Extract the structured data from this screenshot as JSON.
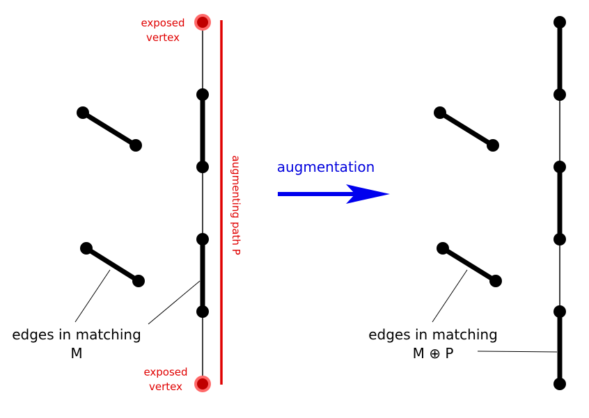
{
  "left": {
    "top_exposed_label_line1": "exposed",
    "top_exposed_label_line2": "vertex",
    "bottom_exposed_label_line1": "exposed",
    "bottom_exposed_label_line2": "vertex",
    "path_label": "augmenting path P",
    "caption_line1": "edges in matching",
    "caption_line2": "M"
  },
  "arrow": {
    "label": "augmentation"
  },
  "right": {
    "caption_line1": "edges in matching",
    "caption_line2": "M ⊕ P"
  },
  "colors": {
    "exposed_vertex": "#cc0000",
    "exposed_vertex_ring": "#ff6666",
    "path_line": "#e00000",
    "arrow": "#0000ee",
    "vertex": "#000000"
  }
}
